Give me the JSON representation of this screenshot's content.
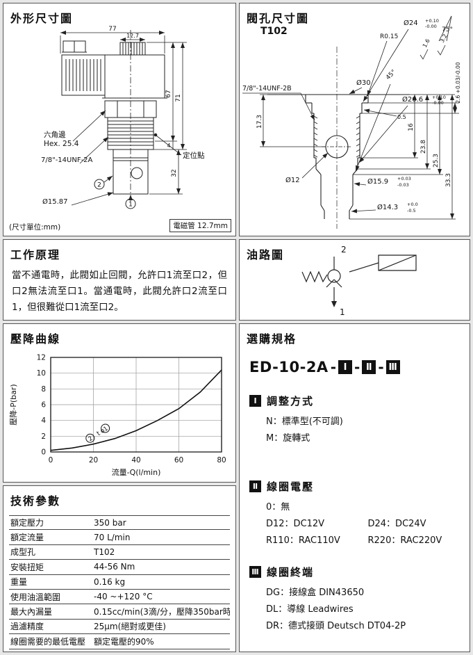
{
  "outline": {
    "title": "外形尺寸圖",
    "unit_note": "(尺寸單位:mm)",
    "tube_note": "電磁管 12.7mm",
    "dim_77": "77",
    "dim_127": "12.7",
    "dim_67": "67",
    "dim_71": "71",
    "dim_32": "32",
    "dim_4": "4",
    "hex_cn": "六角邊",
    "hex_en": "Hex. 25.4",
    "thread": "7/8\"-14UNF-2A",
    "locating": "定位點",
    "nose_dia": "Ø15.87",
    "port1": "1",
    "port2": "2"
  },
  "cavity": {
    "title": "閥孔尺寸圖",
    "model": "T102",
    "d24": "Ø24",
    "d24_tol_p": "+0.10",
    "d24_tol_m": "-0.00",
    "r015": "R0.15",
    "a75": "75°",
    "rough16": "1.6",
    "rough32": "3.2",
    "d30": "Ø30",
    "thread": "7/8\"-14UNF-2B",
    "depth26": "2.6 +0.03/-0.00",
    "d206": "Ø20.6",
    "d206_tol_p": "+0.10",
    "d206_tol_m": "-0.00",
    "a45": "45°",
    "d05": "0.5",
    "d16": "16",
    "d238": "23.8",
    "d253": "25.3",
    "d333": "33.3",
    "d173": "17.3",
    "d12": "Ø12",
    "d159": "Ø15.9",
    "d159_tol_p": "+0.03",
    "d159_tol_m": "-0.03",
    "d143": "Ø14.3",
    "d143_tol_p": "+0.0",
    "d143_tol_m": "-0.5"
  },
  "principle": {
    "title": "工作原理",
    "text": "當不通電時，此閥如止回閥，允許口1流至口2，但口2無法流至口1。當通電時，此閥允許口2流至口1，但很難從口1流至口2。"
  },
  "circuit": {
    "title": "油路圖",
    "port_top": "2",
    "port_bottom": "1"
  },
  "curve": {
    "title": "壓降曲線"
  },
  "chart_data": {
    "type": "line",
    "title": "壓降曲線",
    "xlabel": "流量-Q(l/min)",
    "ylabel": "壓降-P(bar)",
    "xlim": [
      0,
      80
    ],
    "ylim": [
      0,
      12
    ],
    "xticks": [
      0,
      20,
      40,
      60,
      80
    ],
    "yticks": [
      0,
      2,
      4,
      6,
      8,
      10,
      12
    ],
    "grid": true,
    "legend_position": "on-curve",
    "series": [
      {
        "name": "②to①",
        "x": [
          0,
          10,
          20,
          30,
          40,
          50,
          60,
          70,
          80
        ],
        "y": [
          0.2,
          0.5,
          1.0,
          1.7,
          2.7,
          4.0,
          5.5,
          7.6,
          10.4
        ]
      }
    ]
  },
  "params": {
    "title": "技術參數",
    "rows": [
      {
        "label": "額定壓力",
        "value": "350 bar"
      },
      {
        "label": "額定流量",
        "value": "70 L/min"
      },
      {
        "label": "成型孔",
        "value": "T102"
      },
      {
        "label": "安裝扭矩",
        "value": "44-56 Nm"
      },
      {
        "label": "重量",
        "value": "0.16 kg"
      },
      {
        "label": "使用油溫範圍",
        "value": "-40 ~+120 °C"
      },
      {
        "label": "最大內漏量",
        "value": "0.15cc/min(3滴/分，壓降350bar時)"
      },
      {
        "label": "過濾精度",
        "value": "25µm(絕對或更佳)"
      },
      {
        "label": "線圈需要的最低電壓",
        "value": "額定電壓的90%"
      }
    ]
  },
  "ordering": {
    "title": "選購規格",
    "model_prefix": "ED-10-2A",
    "sep": "-",
    "codes": [
      "Ⅰ",
      "Ⅱ",
      "Ⅲ"
    ],
    "sections": [
      {
        "num": "Ⅰ",
        "heading": "調整方式",
        "lines": [
          [
            "N：標準型(不可調)",
            ""
          ],
          [
            "M：旋轉式",
            ""
          ]
        ]
      },
      {
        "num": "Ⅱ",
        "heading": "線圈電壓",
        "lines": [
          [
            "0：無",
            ""
          ],
          [
            "D12：DC12V",
            "D24：DC24V"
          ],
          [
            "R110：RAC110V",
            "R220：RAC220V"
          ]
        ]
      },
      {
        "num": "Ⅲ",
        "heading": "線圈終端",
        "lines": [
          [
            "DG：接線盒 DIN43650",
            ""
          ],
          [
            "DL：導線 Leadwires",
            ""
          ],
          [
            "DR：德式接頭 Deutsch DT04-2P",
            ""
          ]
        ]
      }
    ]
  }
}
